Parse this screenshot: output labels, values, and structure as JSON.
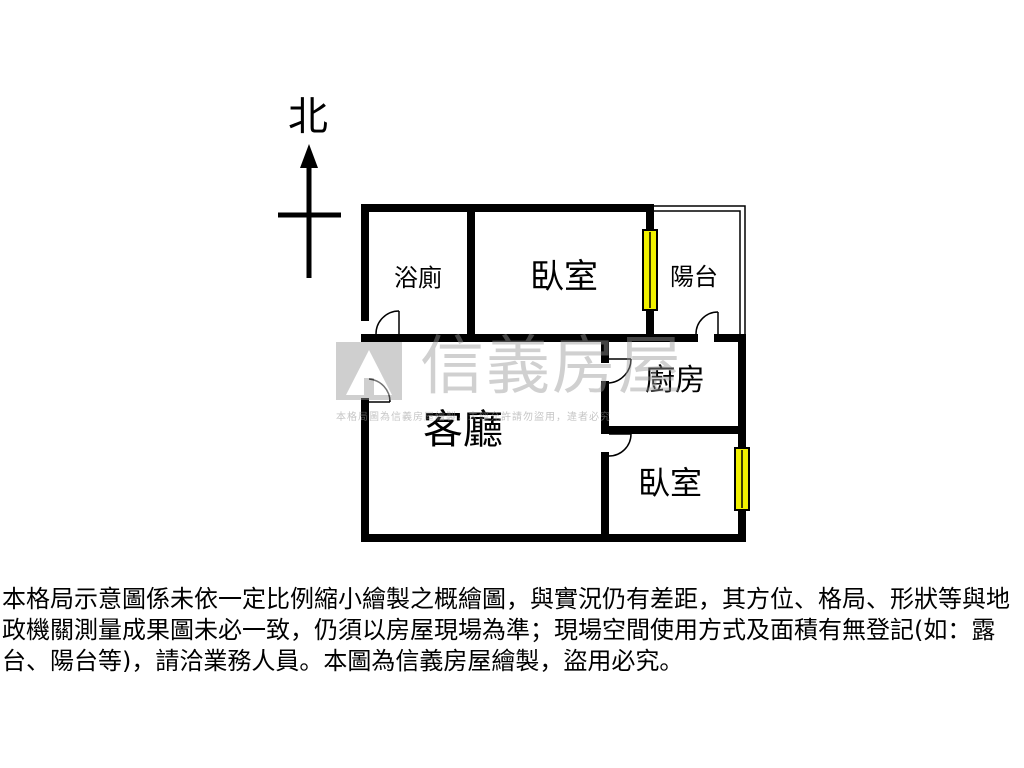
{
  "compass": {
    "label": "北"
  },
  "rooms": {
    "bathroom": "浴廁",
    "bedroom_north": "臥室",
    "balcony": "陽台",
    "kitchen": "廚房",
    "living_room": "客廳",
    "bedroom_south": "臥室"
  },
  "watermark": {
    "brand": "信義房屋",
    "notice": "本格局圖為信義房屋繪製，未經允許請勿盜用，違者必究"
  },
  "disclaimer": "本格局示意圖係未依一定比例縮小繪製之概繪圖，與實況仍有差距，其方位、格局、形狀等與地政機關測量成果圖未必一致，仍須以房屋現場為準；現場空間使用方式及面積有無登記(如：露台、陽台等)，請洽業務人員。本圖為信義房屋繪製，盜用必究。",
  "colors": {
    "wall": "#000000",
    "window": "#f0f000",
    "watermark": "#969696"
  }
}
